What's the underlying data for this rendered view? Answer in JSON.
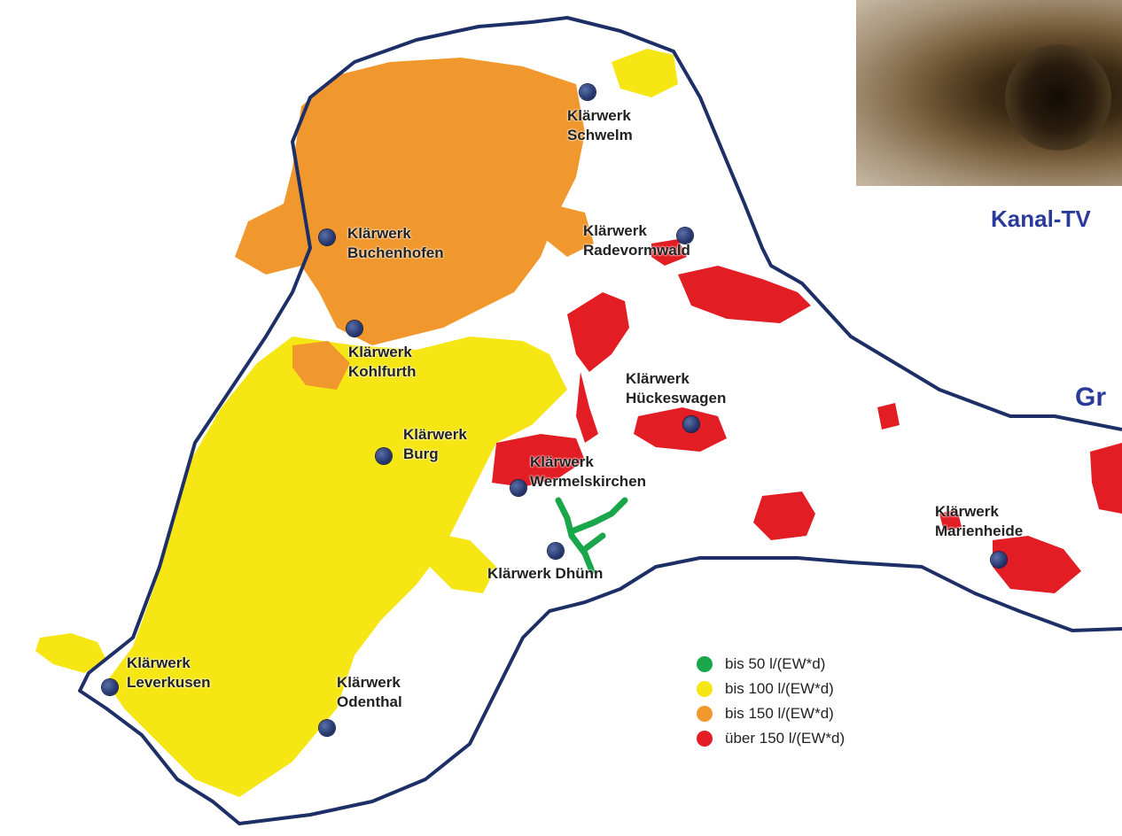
{
  "photo": {
    "caption": "Kanal-TV",
    "icon": "sewer-pipe-photo"
  },
  "side_heading": "Gr",
  "treatment_plants": [
    {
      "id": "schwelm",
      "line1": "Klärwerk",
      "line2": "Schwelm"
    },
    {
      "id": "buchenhofen",
      "line1": "Klärwerk",
      "line2": "Buchenhofen"
    },
    {
      "id": "radevormwald",
      "line1": "Klärwerk",
      "line2": "Radevormwald"
    },
    {
      "id": "kohlfurth",
      "line1": "Klärwerk",
      "line2": "Kohlfurth"
    },
    {
      "id": "hueckeswagen",
      "line1": "Klärwerk",
      "line2": "Hückeswagen"
    },
    {
      "id": "burg",
      "line1": "Klärwerk",
      "line2": "Burg"
    },
    {
      "id": "wermelskirchen",
      "line1": "Klärwerk",
      "line2": "Wermelskirchen"
    },
    {
      "id": "dhuenn",
      "line1": "Klärwerk Dhünn",
      "line2": ""
    },
    {
      "id": "marienheide",
      "line1": "Klärwerk",
      "line2": "Marienheide"
    },
    {
      "id": "leverkusen",
      "line1": "Klärwerk",
      "line2": "Leverkusen"
    },
    {
      "id": "odenthal",
      "line1": "Klärwerk",
      "line2": "Odenthal"
    }
  ],
  "legend": [
    {
      "label": "bis 50 l/(EW*d)",
      "color": "#1aa64a"
    },
    {
      "label": "bis 100 l/(EW*d)",
      "color": "#f5e614"
    },
    {
      "label": "bis 150 l/(EW*d)",
      "color": "#f0982e"
    },
    {
      "label": "über 150 l/(EW*d)",
      "color": "#e21d24"
    }
  ],
  "colors": {
    "boundary": "#1d2f66",
    "plant_marker": "#1f2f66",
    "side_text": "#2a3a9a"
  }
}
